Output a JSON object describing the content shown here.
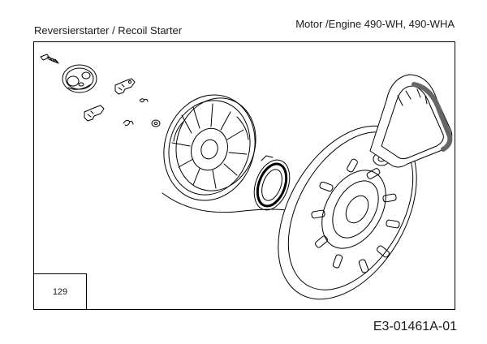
{
  "header": {
    "title": "Reversierstarter / Recoil Starter",
    "engine": "Motor /Engine  490-WH,  490-WHA"
  },
  "page_number": "129",
  "drawing_code": "E3-01461A-01",
  "colors": {
    "line": "#000000",
    "paper": "#ffffff",
    "grip": "#666666"
  }
}
